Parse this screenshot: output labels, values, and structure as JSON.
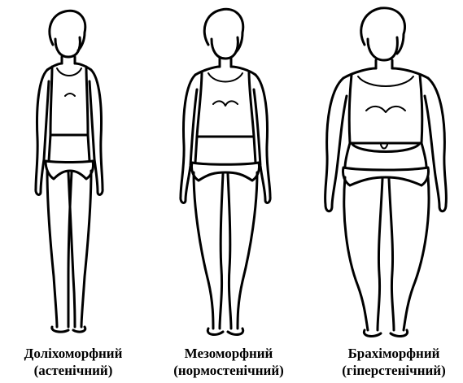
{
  "figures": [
    {
      "name": "Доліхоморфний",
      "subtitle": "(астенічний)"
    },
    {
      "name": "Мезоморфний",
      "subtitle": "(нормостенічний)"
    },
    {
      "name": "Брахіморфний",
      "subtitle": "(гіперстенічний)"
    }
  ]
}
